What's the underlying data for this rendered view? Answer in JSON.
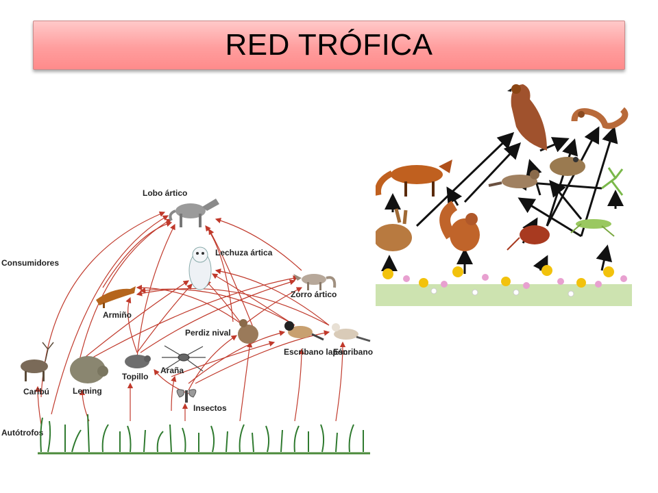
{
  "title": "RED TRÓFICA",
  "left_web": {
    "levels": {
      "consumers": "Consumidores",
      "producers": "Autótrofos"
    },
    "organisms": {
      "wolf": "Lobo ártico",
      "owl": "Lechuza ártica",
      "fox": "Zorro ártico",
      "stoat": "Armiño",
      "ptarmigan": "Perdiz nival",
      "longspur": "Escribano lapón",
      "bunting": "Escribano nival",
      "spider": "Araña",
      "vole": "Topillo",
      "lemming": "Leming",
      "caribou": "Caribú",
      "insects": "Insectos"
    },
    "arrow_color": "#c0392b"
  },
  "right_web": {
    "arrow_color": "#111111",
    "organisms": [
      "hawk-icon",
      "snake-icon",
      "fox-icon",
      "sparrow-icon",
      "toad-icon",
      "mantis-icon",
      "rabbit-icon",
      "squirrel-icon",
      "mouse-icon",
      "grasshopper-icon",
      "flowers-icon"
    ]
  }
}
